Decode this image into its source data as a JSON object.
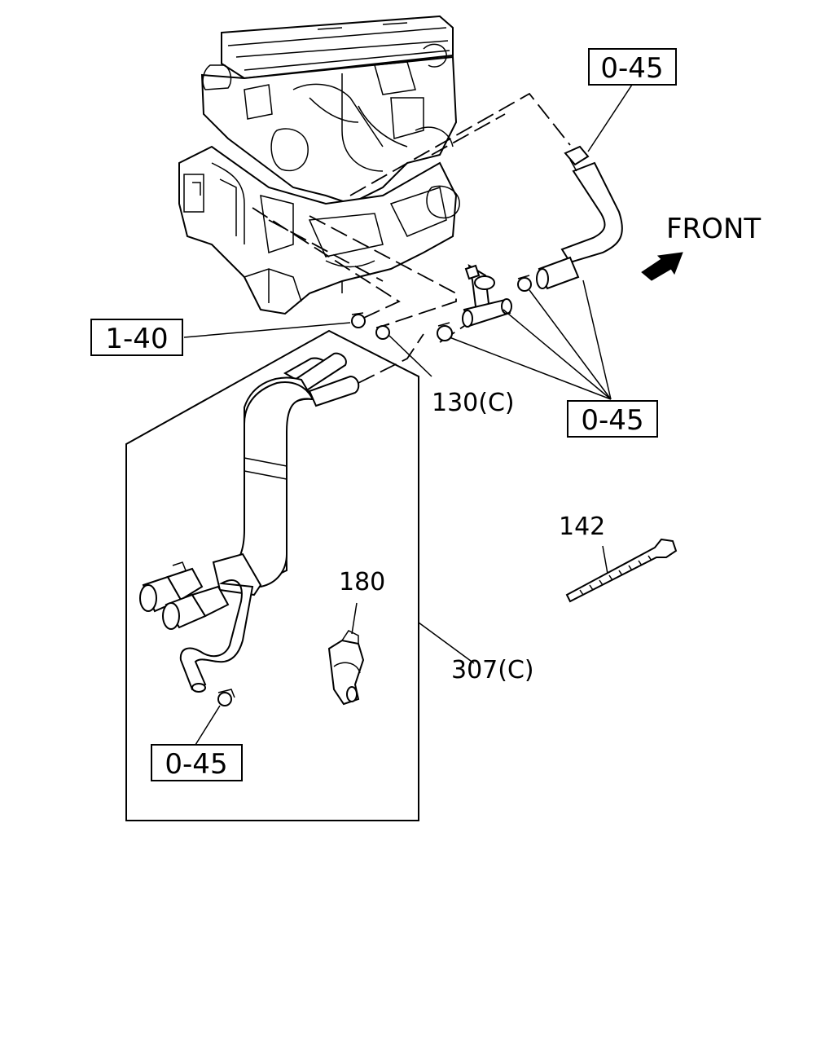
{
  "orientation": {
    "label": "FRONT",
    "icon": "front-arrow-icon"
  },
  "callouts": {
    "ref_top_right": "0-45",
    "ref_left": "1-40",
    "ref_middle_right": "0-45",
    "ref_bottom_left": "0-45",
    "part_clamp": "130(C)",
    "part_hose_assembly": "307(C)",
    "part_tie_strap": "142",
    "part_clip": "180"
  }
}
